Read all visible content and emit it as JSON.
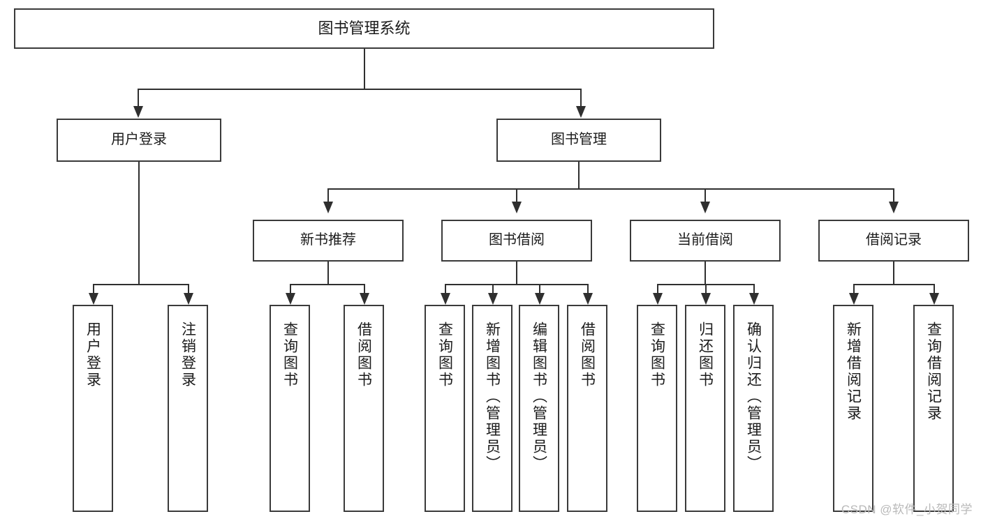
{
  "diagram": {
    "type": "tree",
    "title": "图书管理系统",
    "root": {
      "label": "图书管理系统"
    },
    "level2": [
      {
        "label": "用户登录"
      },
      {
        "label": "图书管理"
      }
    ],
    "level3": [
      {
        "label": "新书推荐"
      },
      {
        "label": "图书借阅"
      },
      {
        "label": "当前借阅"
      },
      {
        "label": "借阅记录"
      }
    ],
    "leaves": {
      "user_login": [
        {
          "label": "用户登录"
        },
        {
          "label": "注销登录"
        }
      ],
      "new_book_recommend": [
        {
          "label": "查询图书"
        },
        {
          "label": "借阅图书"
        }
      ],
      "book_borrow": [
        {
          "label": "查询图书"
        },
        {
          "label": "新增图书（管理员）"
        },
        {
          "label": "编辑图书（管理员）"
        },
        {
          "label": "借阅图书"
        }
      ],
      "current_borrow": [
        {
          "label": "查询图书"
        },
        {
          "label": "归还图书"
        },
        {
          "label": "确认归还（管理员）"
        }
      ],
      "borrow_record": [
        {
          "label": "新增借阅记录"
        },
        {
          "label": "查询借阅记录"
        }
      ]
    }
  },
  "watermark": {
    "text": "CSDN @软件_小贺同学"
  },
  "colors": {
    "border": "#3a3a3a",
    "line": "#2f2f2f",
    "text": "#1b1b1b",
    "background": "#ffffff",
    "watermark": "#b9b9b9"
  }
}
